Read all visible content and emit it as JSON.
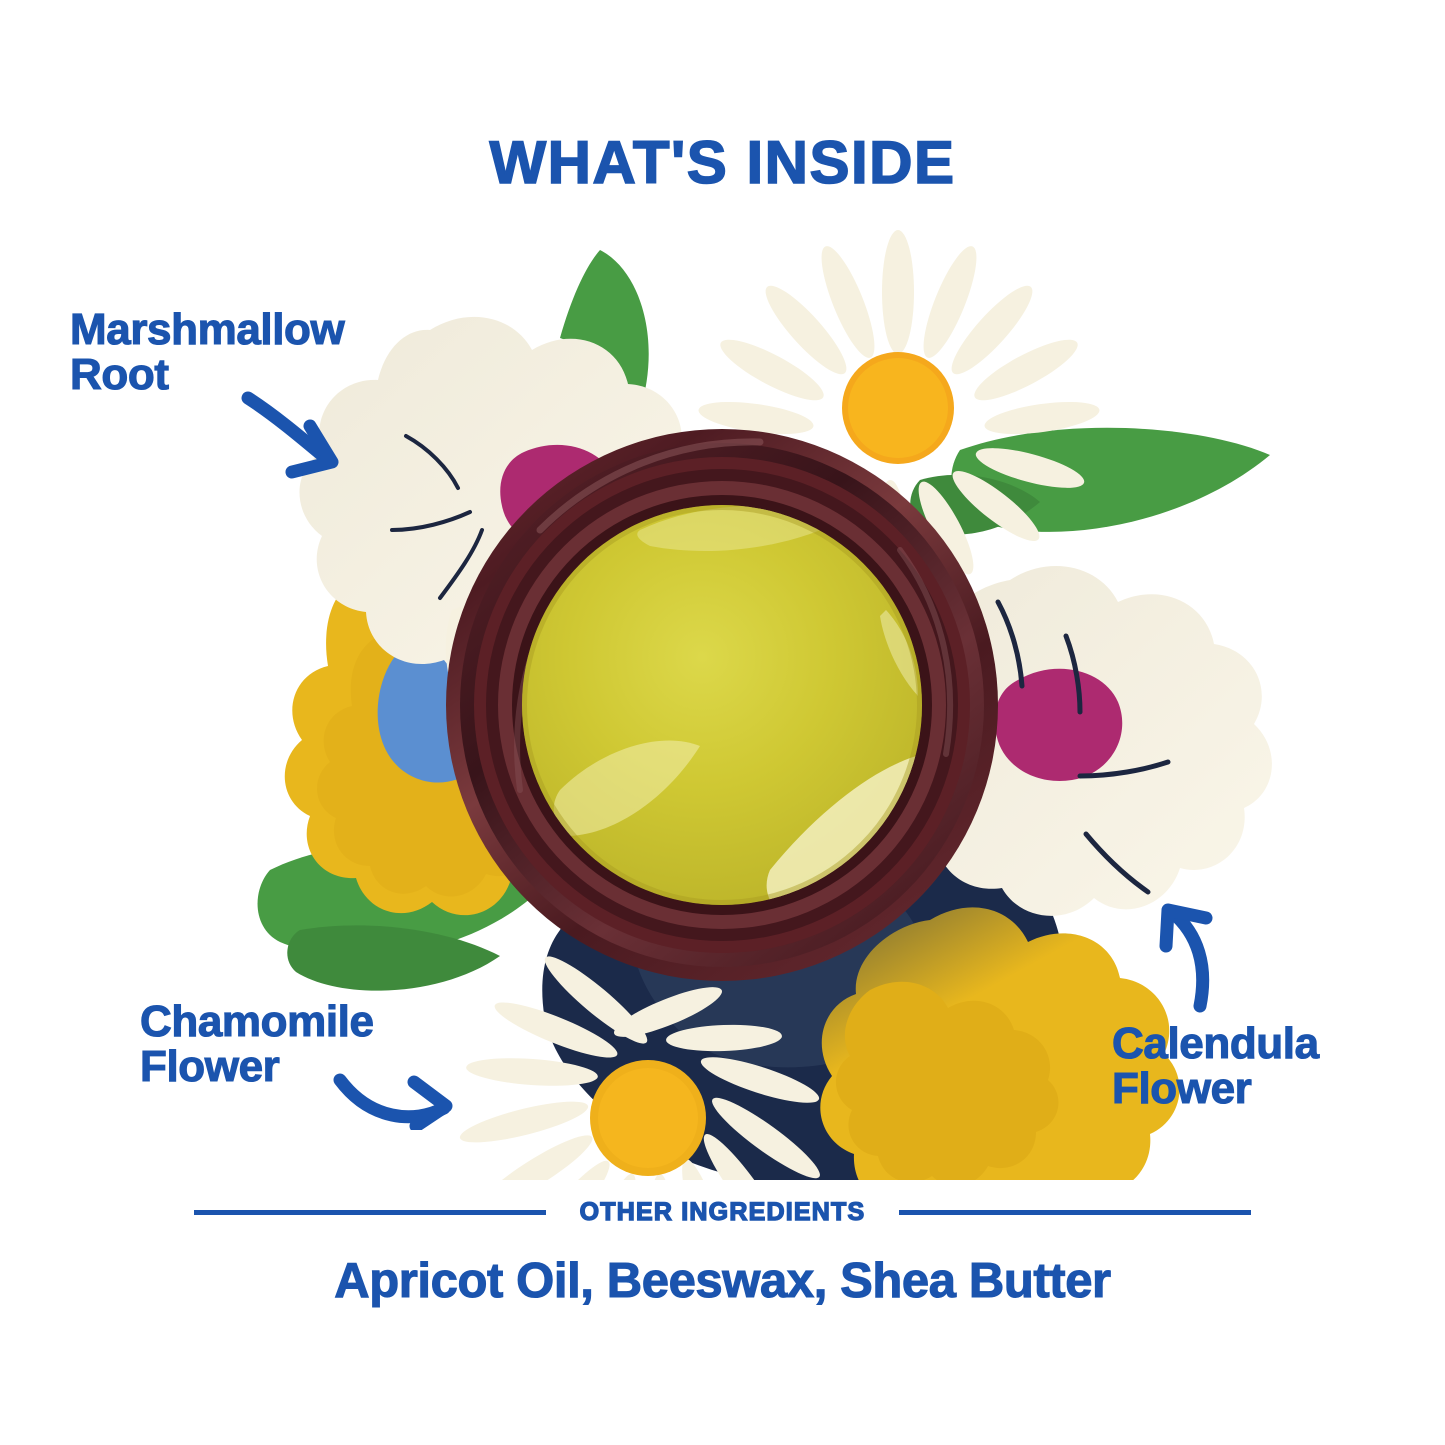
{
  "header": {
    "title": "WHAT'S INSIDE"
  },
  "callouts": [
    {
      "id": "marshmallow",
      "label": "Marshmallow\nRoot",
      "arrow": "curved-arrow-down-right-icon"
    },
    {
      "id": "chamomile",
      "label": "Chamomile\nFlower",
      "arrow": "curved-arrow-right-icon"
    },
    {
      "id": "calendula",
      "label": "Calendula\nFlower",
      "arrow": "curved-arrow-up-left-icon"
    }
  ],
  "product": {
    "container": "open-amber-glass-jar",
    "balm_label": "yellow-green balm"
  },
  "footer": {
    "other_heading": "OTHER INGREDIENTS",
    "other_ingredients": "Apricot Oil, Beeswax, Shea Butter"
  },
  "colors": {
    "brand_blue": "#1B54AE",
    "cream": "#F6F1E0",
    "magenta": "#AD2A70",
    "gold": "#E8B71D",
    "green": "#489C44",
    "navy_shadow": "#1B2A4A",
    "accent_blue": "#5B8FD1",
    "jar_glass": "#5C2026",
    "balm_yellow": "#D2CC33"
  }
}
